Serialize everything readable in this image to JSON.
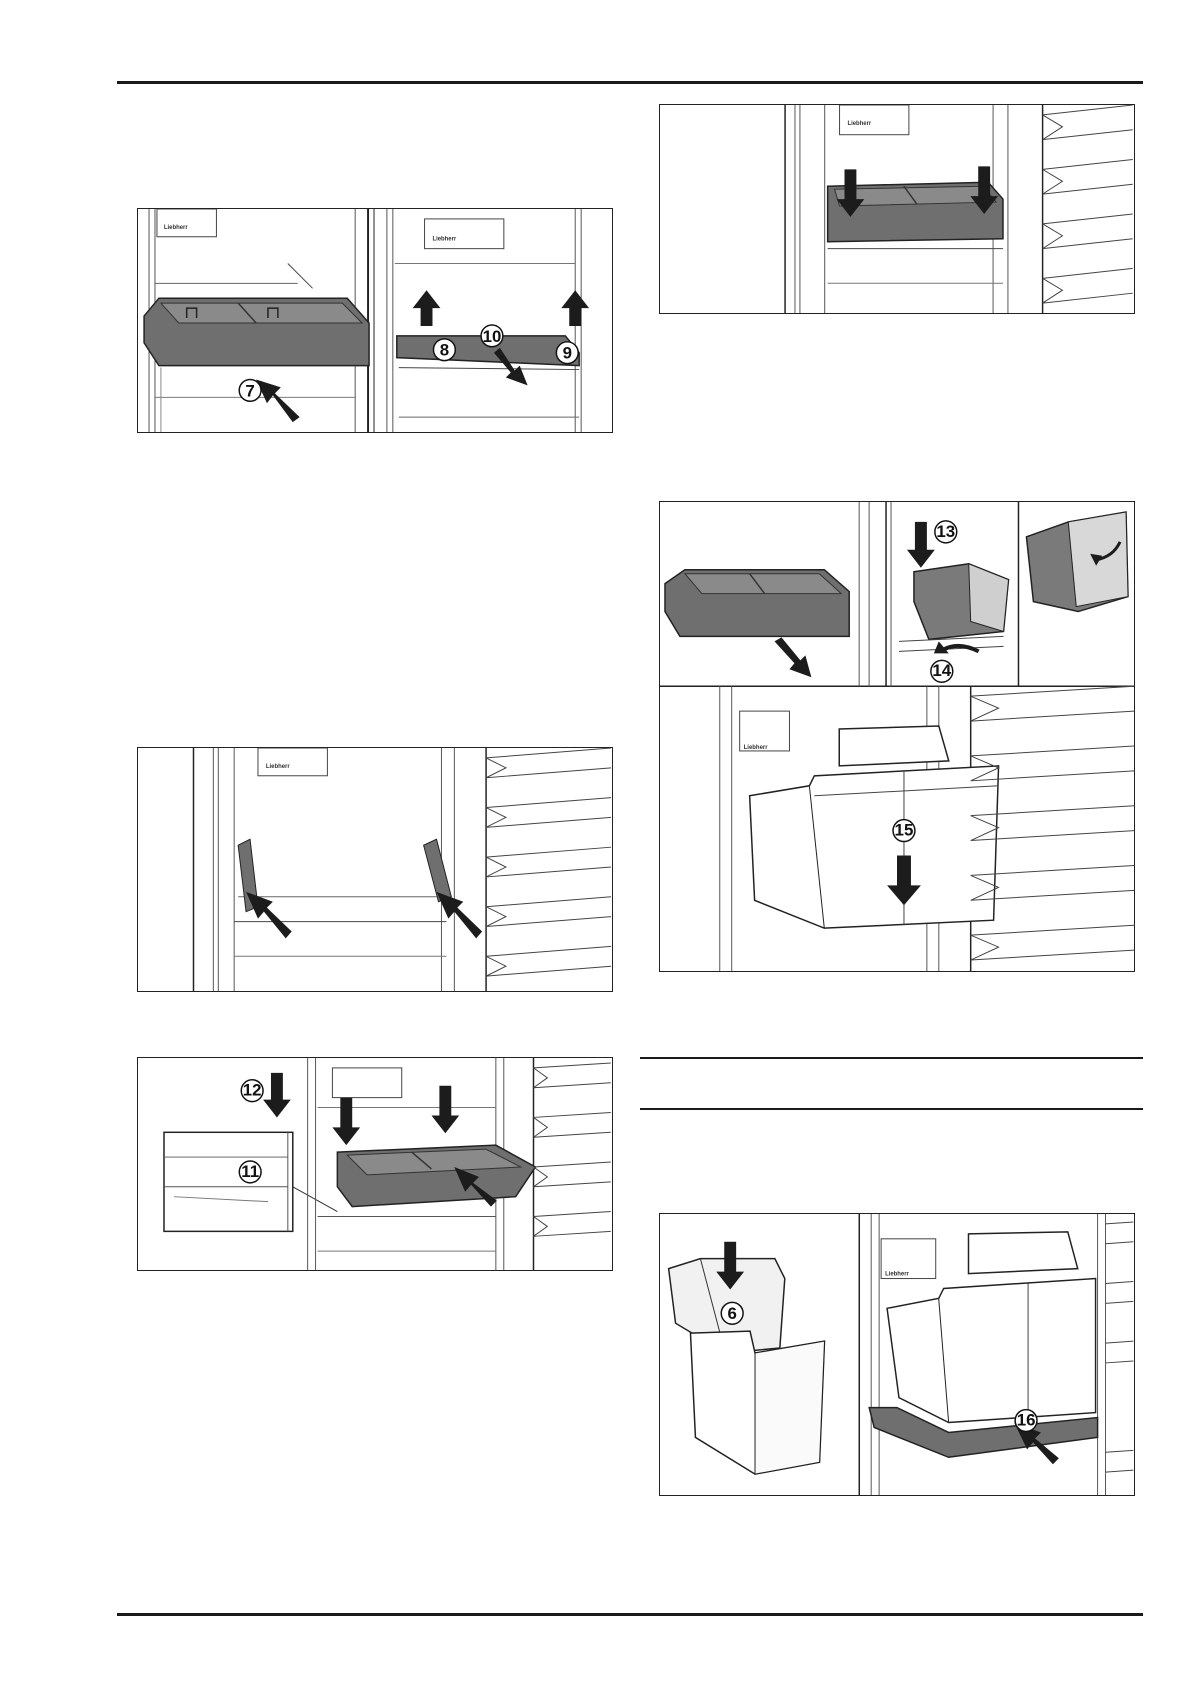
{
  "colors": {
    "tray": "#6f6f6f",
    "tray_dark": "#4d4d4d",
    "line": "#222222",
    "arrow": "#1c1c1c"
  },
  "brand_label": "Liebherr",
  "figures": {
    "fig_7_10": {
      "steps": [
        "7",
        "8",
        "10",
        "9"
      ]
    },
    "fig_rails": {
      "steps": []
    },
    "fig_11_12": {
      "steps": [
        "12",
        "11"
      ]
    },
    "fig_top_right": {
      "steps": []
    },
    "fig_13_15": {
      "steps": [
        "13",
        "14",
        "15"
      ]
    },
    "fig_6_16": {
      "steps": [
        "6",
        "16"
      ]
    }
  }
}
